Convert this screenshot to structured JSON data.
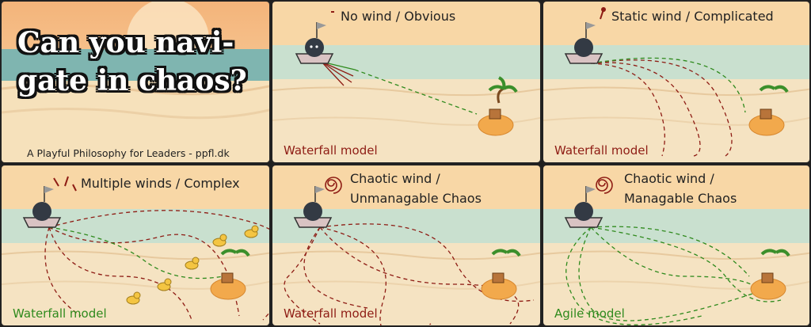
{
  "cover": {
    "title": "Can you navi-gate in chaos?",
    "title_line1": "Can you navi-",
    "title_line2": "gate in chaos?",
    "subtitle": "A Playful Philosophy for Leaders - ppfl.dk"
  },
  "panels": [
    {
      "title_line1": "No wind / Obvious",
      "title_line2": "",
      "model": "Waterfall model",
      "model_color": "#8e1c14"
    },
    {
      "title_line1": "Static wind / Complicated",
      "title_line2": "",
      "model": "Waterfall model",
      "model_color": "#8e1c14"
    },
    {
      "title_line1": "Multiple winds / Complex",
      "title_line2": "",
      "model": "Waterfall model",
      "model_color": "#2f8a1d"
    },
    {
      "title_line1": "Chaotic wind /",
      "title_line2": "Unmanagable Chaos",
      "model": "Waterfall model",
      "model_color": "#8e1c14"
    },
    {
      "title_line1": "Chaotic wind /",
      "title_line2": "Managable Chaos",
      "model": "Agile model",
      "model_color": "#2f8a1d"
    }
  ],
  "colors": {
    "red_path": "#8e1c14",
    "green_path": "#2f8a1d",
    "sand": "#f6e3bf",
    "sea": "#bcd9c6",
    "sky": "#f7c98c"
  },
  "icons": [
    "boat-icon",
    "island-icon",
    "treasure-chest-icon",
    "palm-tree-icon",
    "duck-icon",
    "wind-icon",
    "spiral-icon"
  ]
}
